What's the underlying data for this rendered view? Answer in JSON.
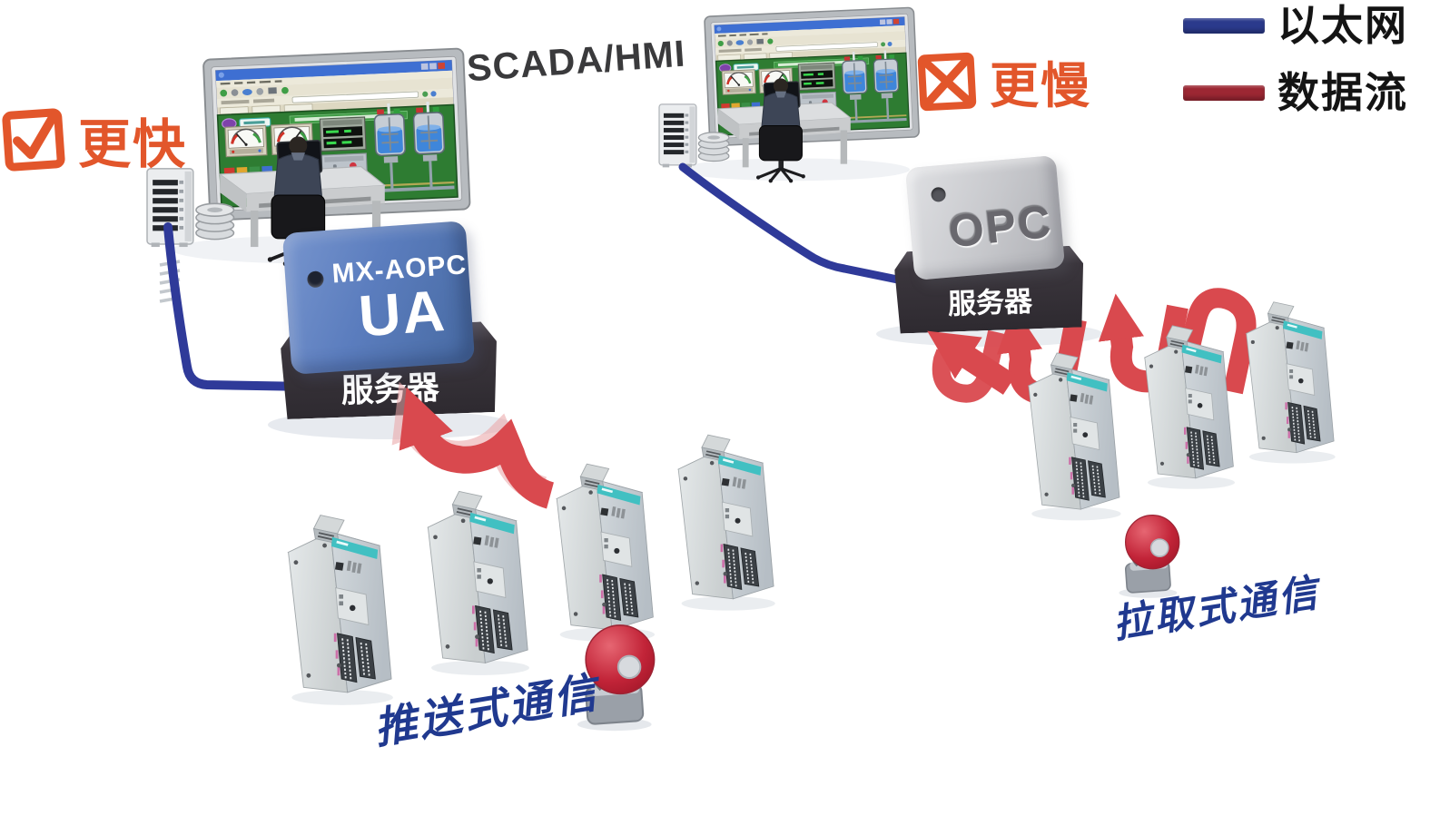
{
  "legend": {
    "items": [
      {
        "id": "ethernet",
        "swatch_icon": "line-swatch",
        "label": "以太网",
        "color": "#2b3a8c"
      },
      {
        "id": "dataflow",
        "swatch_icon": "line-swatch",
        "label": "数据流",
        "color": "#9c2733"
      }
    ]
  },
  "badges": {
    "faster": {
      "icon": "check-icon",
      "label": "更快"
    },
    "slower": {
      "icon": "x-icon",
      "label": "更慢"
    }
  },
  "scada_label": "SCADA/HMI",
  "ua_server": {
    "product_line1": "MX-AOPC",
    "product_line2": "UA",
    "base_label": "服务器"
  },
  "opc_server": {
    "title": "OPC",
    "base_label": "服务器"
  },
  "captions": {
    "push": "推送式通信",
    "pull": "拉取式通信"
  },
  "colors": {
    "accent_orange": "#e2562b",
    "ethernet_blue": "#2b3a8c",
    "dataflow_red": "#9c2733",
    "arrow_red": "#d9494e",
    "caption_blue": "#20398f"
  }
}
